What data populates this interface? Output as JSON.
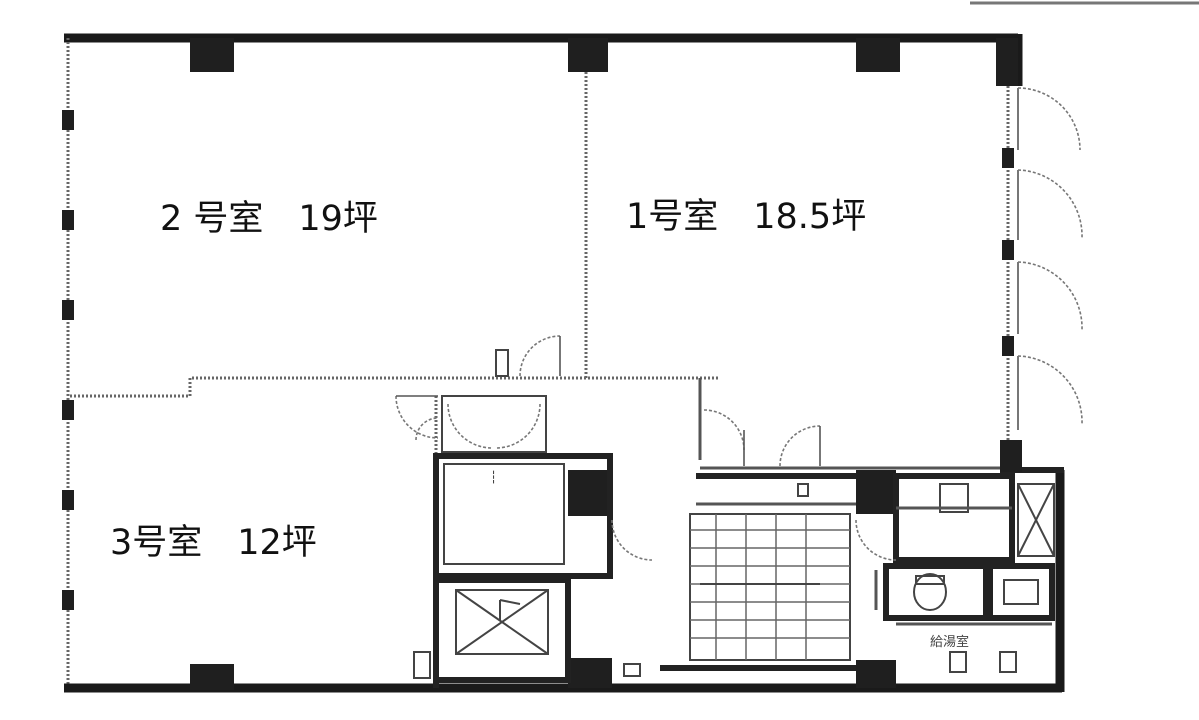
{
  "rooms": {
    "room1": {
      "label": "1号室　18.5坪"
    },
    "room2": {
      "label": "2 号室　19坪"
    },
    "room3": {
      "label": "3号室　12坪"
    }
  },
  "service_label": "給湯室"
}
